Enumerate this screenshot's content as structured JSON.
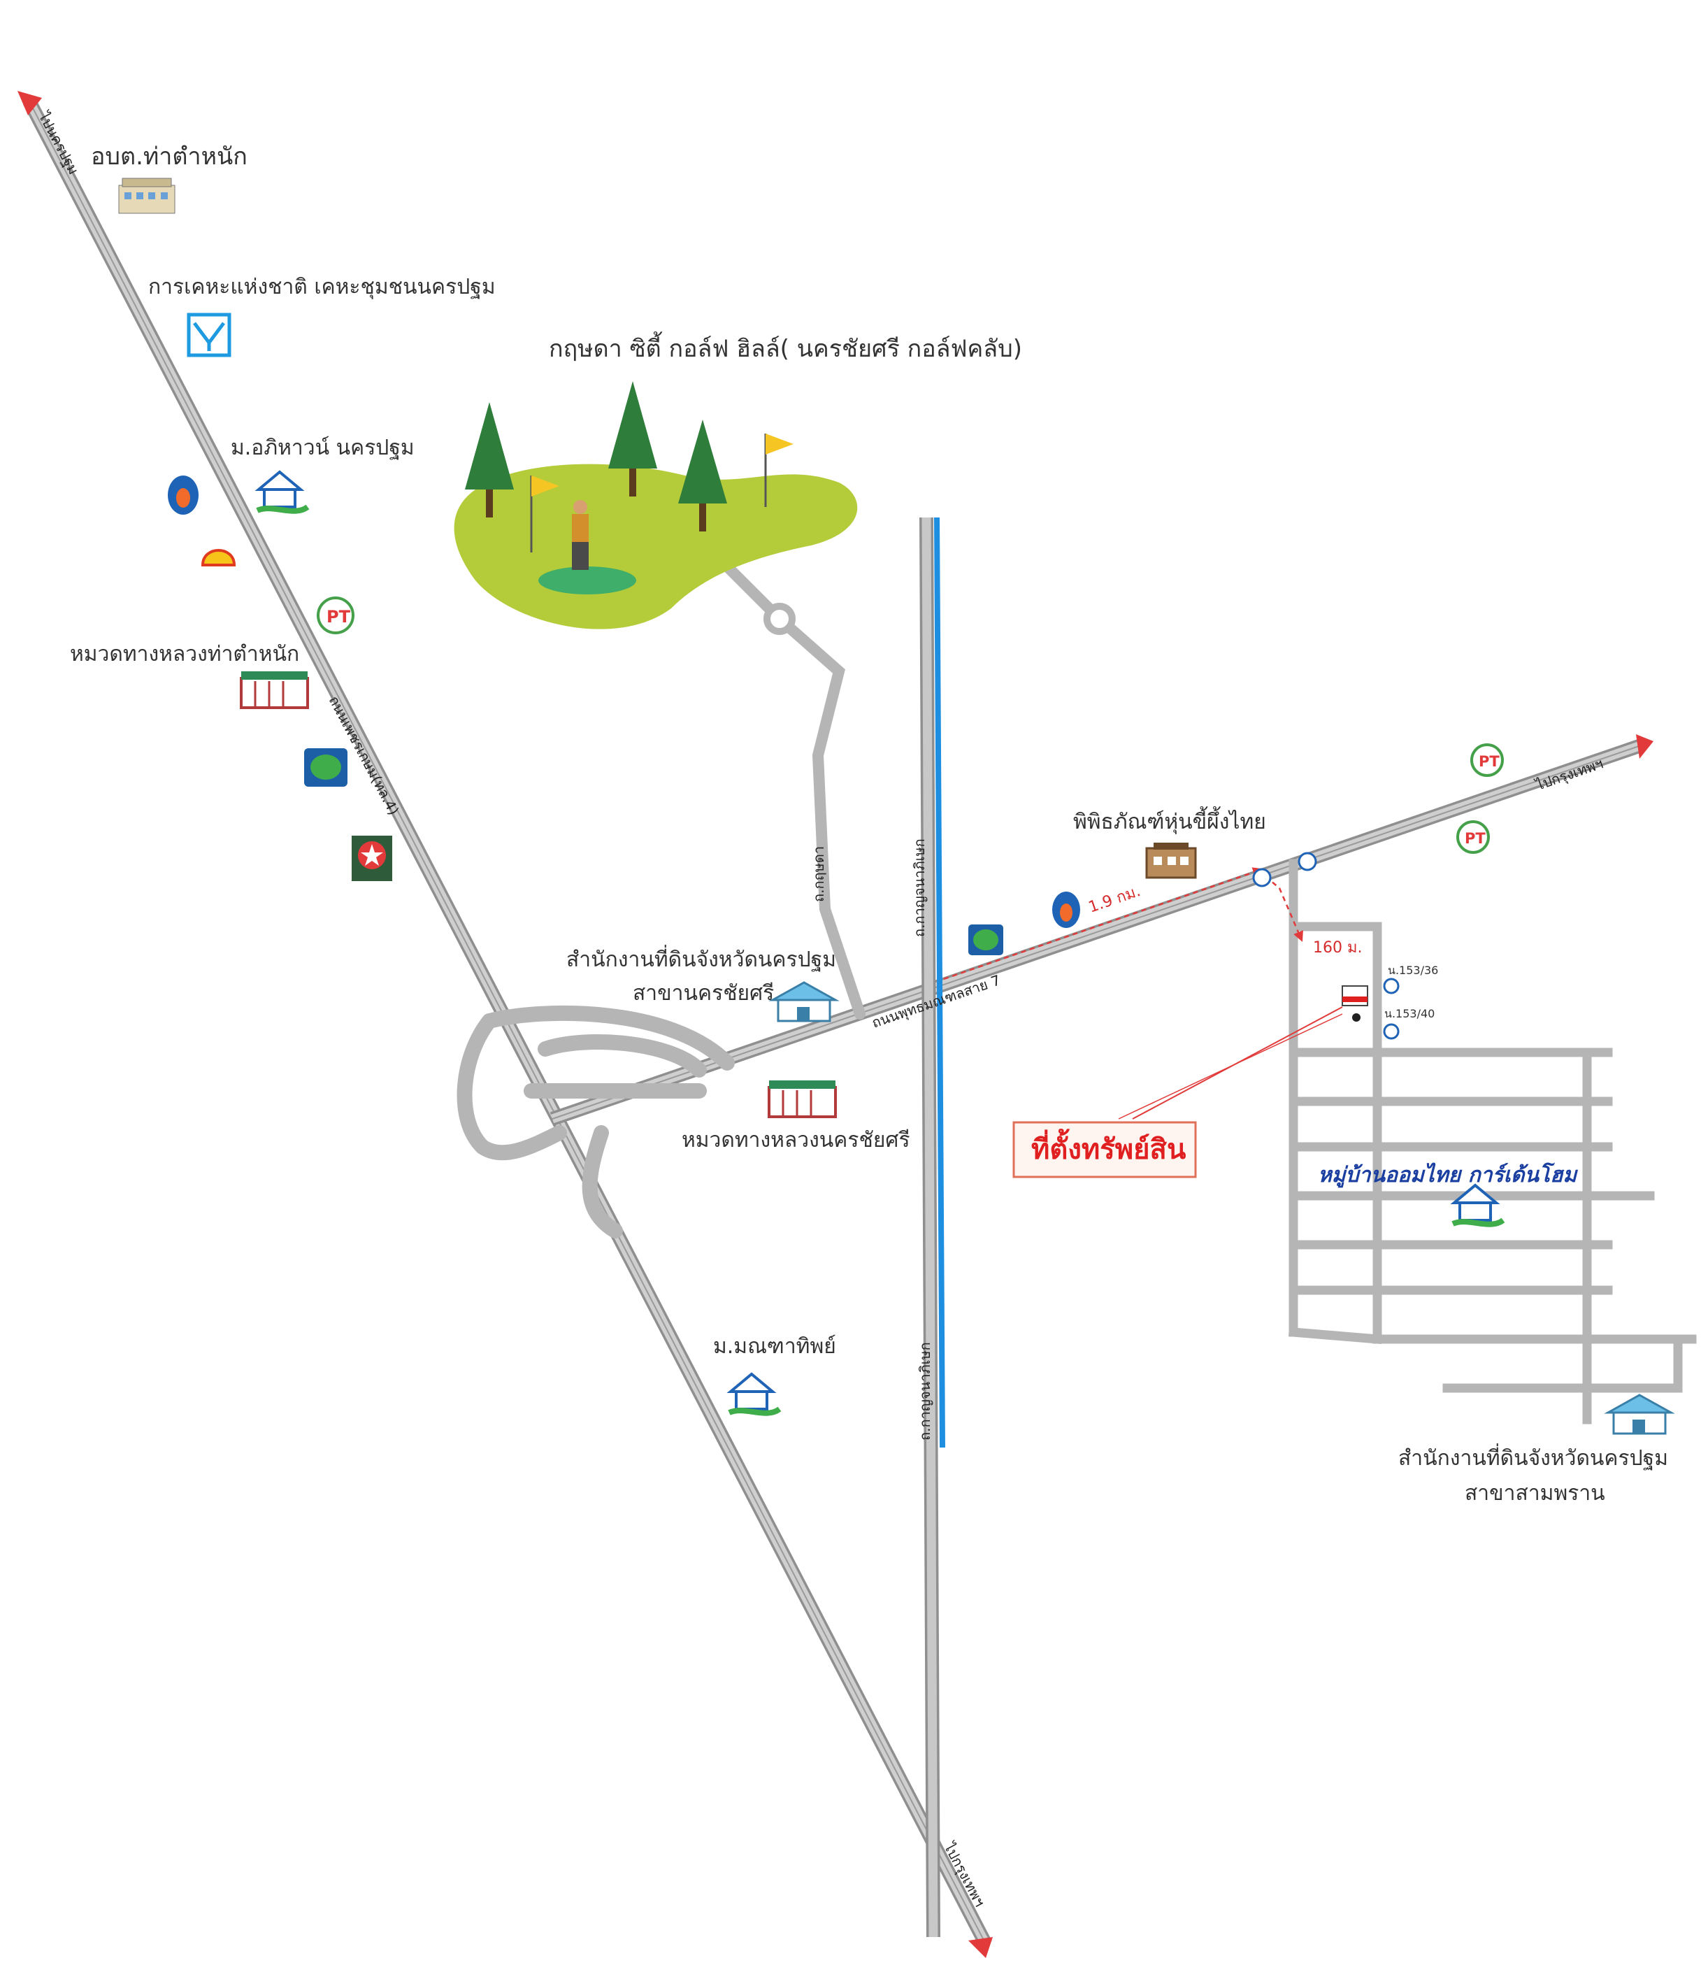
{
  "map": {
    "labels": {
      "obt_tha_tamnak": "อบต.ท่าตำหนัก",
      "housing_authority": "การเคหะแห่งชาติ เคหะชุมชนนครปฐม",
      "golf_club": "กฤษดา ซิตี้ กอล์ฟ ฮิลล์( นครชัยศรี กอล์ฟคลับ)",
      "moo_ban_aphiwan": "ม.อภิหาวน์ นครปฐม",
      "highway_unit_tha_tamnak": "หมวดทางหลวงท่าตำหนัก",
      "land_office_branch_line1": "สำนักงานที่ดินจังหวัดนครปฐม",
      "land_office_branch_line2": "สาขานครชัยศรี",
      "highway_unit_nakhon_chai_si": "หมวดทางหลวงนครชัยศรี",
      "moo_ban_monthathip": "ม.มณฑาทิพย์",
      "museum": "พิพิธภัณฑ์หุ่นขี้ผึ้งไทย",
      "property_location": "ที่ตั้งทรัพย์สิน",
      "village": "หมู่บ้านออมไทย การ์เด้นโฮม",
      "land_office_sam_phran_line1": "สำนักงานที่ดินจังหวัดนครปฐม",
      "land_office_sam_phran_line2": "สาขาสามพราน"
    },
    "roads": {
      "to_nakhon_pathom": "ไปนครปฐม",
      "to_bangkok_top": "ไปกรุงเทพฯ",
      "to_bangkok_bottom": "ไปกรุงเทพฯ",
      "phetkasem": "ถนนเพชรเกษม(ทล.4)",
      "buddhamonthon": "ถนนพุทธมณฑลสาย 7",
      "kanchanaphisek_top": "ถ.กาญจนาภิเษก",
      "kanchanaphisek_bottom": "ถ.กาญจนาภิเษก",
      "golf_road": "ถ.กฤษดา"
    },
    "distances": {
      "to_turn": "1.9 กม.",
      "to_property": "160 ม."
    },
    "plot_numbers": {
      "plot_a": "น.153/36",
      "plot_b": "น.153/40"
    },
    "icons": [
      "ptt-station-icon",
      "shell-station-icon",
      "pt-station-icon",
      "bangchak-station-icon",
      "caltex-station-icon",
      "building-icon",
      "house-icon",
      "golf-course-icon",
      "u-turn-icon"
    ],
    "colors": {
      "road": "#b5b5b5",
      "road_edge": "#8f8f8f",
      "canal": "#1e8fe0",
      "route_marker": "#e23a3a",
      "golf_grass": "#b5cc3a",
      "tree": "#2f7d3a"
    }
  }
}
